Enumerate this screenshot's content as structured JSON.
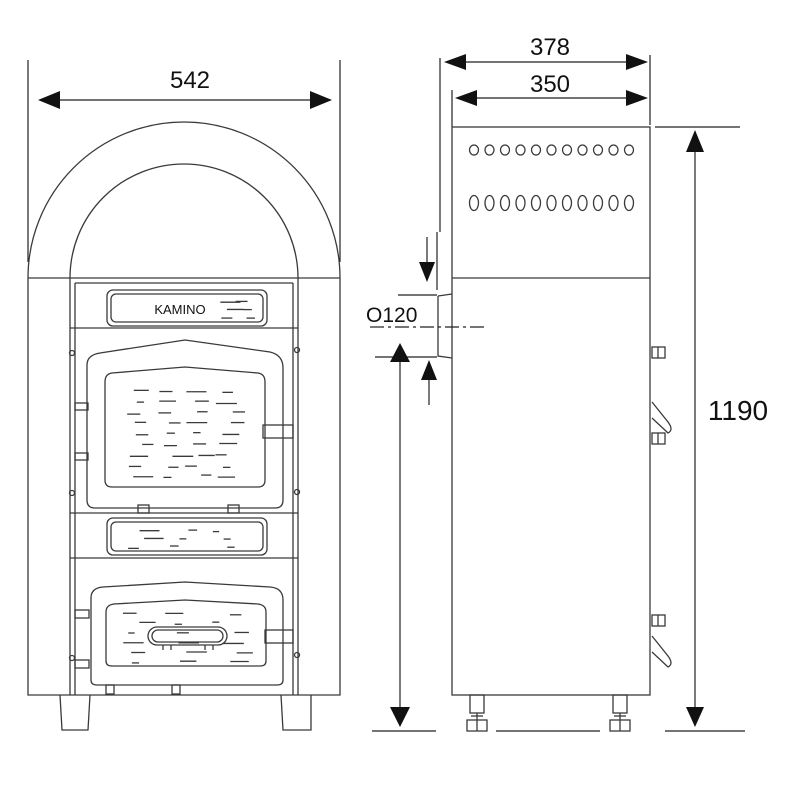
{
  "front_view": {
    "width_label": "542",
    "brand": "KAMINO"
  },
  "side_view": {
    "outer_depth_label": "378",
    "inner_depth_label": "350",
    "height_label": "1190",
    "flue_label": "O120"
  },
  "colors": {
    "line": "#3a3a3a",
    "background": "#ffffff"
  }
}
